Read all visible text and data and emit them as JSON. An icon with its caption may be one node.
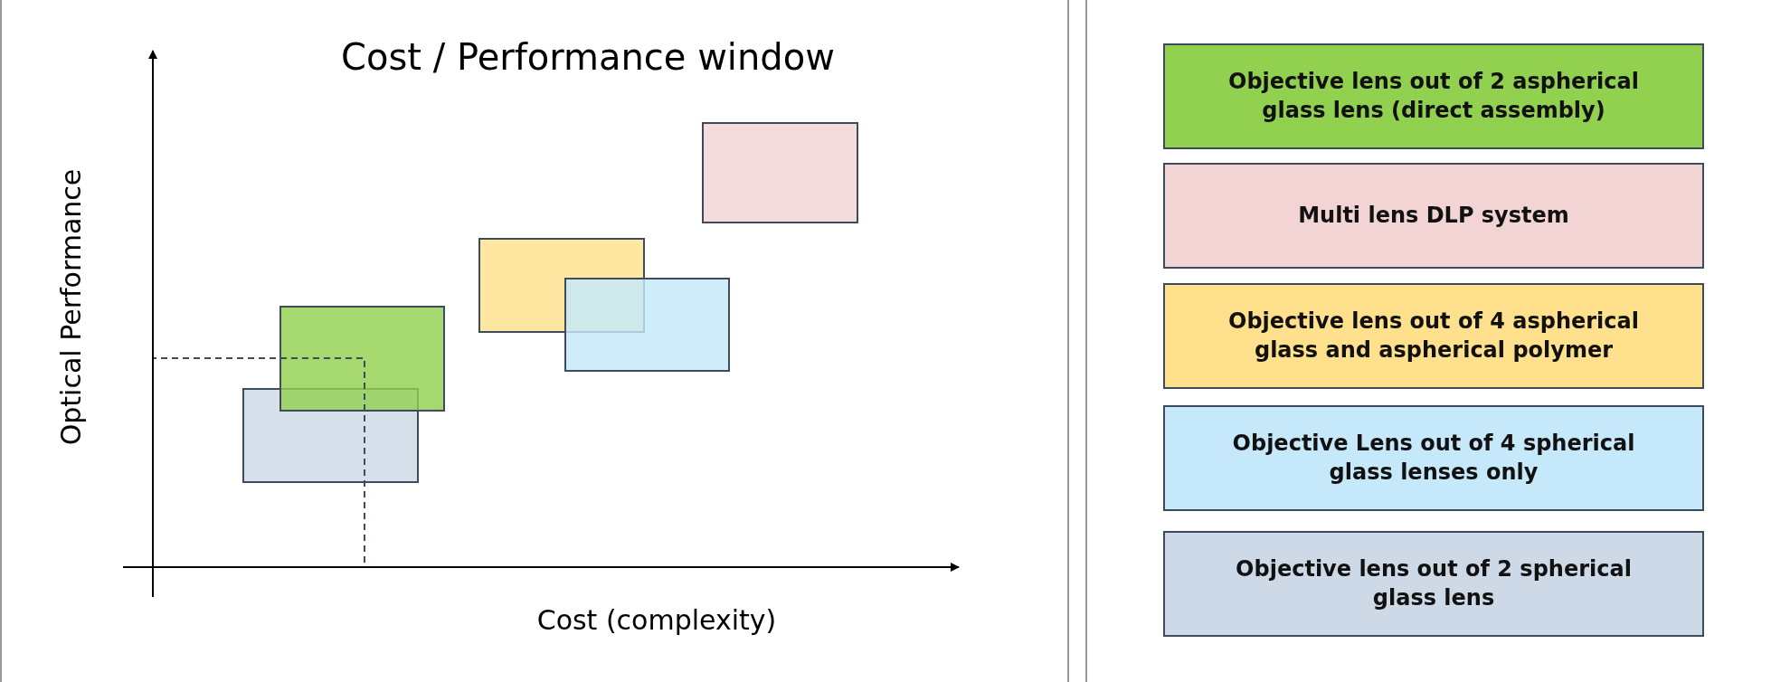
{
  "diagram": {
    "title": "Cost / Performance window",
    "labels": [
      "Optical Performance",
      "Cost (complexity)"
    ],
    "legend": [
      {
        "text": "Objective lens out of 2 aspherical glass lens (direct assembly)",
        "color": "#92d050"
      },
      {
        "text": "Multi lens DLP system",
        "color": "#f2d4d4"
      },
      {
        "text": "Objective lens out of 4 aspherical glass and aspherical polymer",
        "color": "#ffe08c"
      },
      {
        "text": "Objective Lens out of 4 spherical glass lenses only",
        "color": "#c5e8fa"
      },
      {
        "text": "Objective lens out of 2 spherical glass lens",
        "color": "#cdd9e6"
      }
    ]
  }
}
